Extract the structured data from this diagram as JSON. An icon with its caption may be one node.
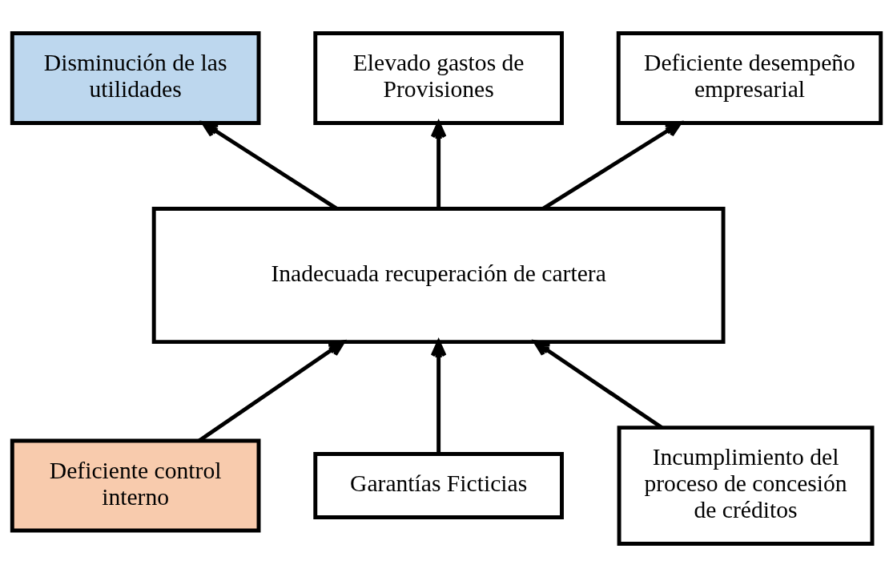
{
  "diagram": {
    "nodes": [
      {
        "text": [
          "Disminución de las utilidades"
        ]
      },
      {
        "text": [
          "Elevado gastos de Provisiones"
        ]
      },
      {
        "text": [
          "Deficiente desempeño empresarial"
        ]
      },
      {
        "text": [
          "Inadecuada recuperación de cartera"
        ]
      },
      {
        "text": [
          "Deficiente control interno"
        ]
      },
      {
        "text": [
          "Garantías Ficticias"
        ]
      },
      {
        "text": [
          "Incumplimiento del proceso de concesión de créditos"
        ]
      }
    ],
    "edges": [
      {
        "from": 3,
        "to": 0,
        "arrow": "to"
      },
      {
        "from": 3,
        "to": 1,
        "arrow": "to"
      },
      {
        "from": 3,
        "to": 2,
        "arrow": "to"
      },
      {
        "from": 4,
        "to": 3,
        "arrow": "to"
      },
      {
        "from": 5,
        "to": 3,
        "arrow": "to"
      },
      {
        "from": 6,
        "to": 3,
        "arrow": "to"
      }
    ]
  }
}
